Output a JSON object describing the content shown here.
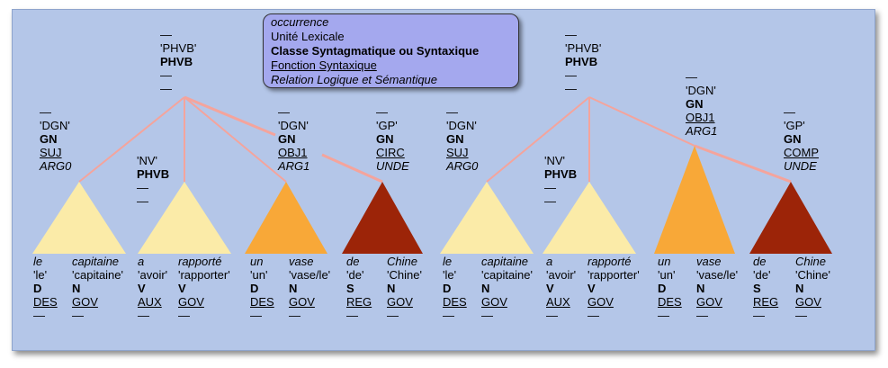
{
  "legend": {
    "occurrence": "occurrence",
    "lexical_unit": "Unité Lexicale",
    "syntagmatic_class": "Classe Syntagmatique ou Syntaxique",
    "syntactic_function": "Fonction Syntaxique",
    "logical_relation": "Relation Logique et Sémantique"
  },
  "colors": {
    "panel_bg": "#b4c6e8",
    "edge": "#f4a49c",
    "light_triangle": "#fbeba8",
    "orange_triangle": "#f8a838",
    "dark_red_triangle": "#9c2408",
    "legend_bg": "#a4a8ee"
  },
  "nodes": [
    {
      "id": "phvb1",
      "lines": [
        "—",
        "'PHVB'",
        "PHVB",
        "—",
        "—"
      ]
    },
    {
      "id": "dgn1",
      "lines": [
        "—",
        "'DGN'",
        "GN",
        "SUJ",
        "ARG0"
      ]
    },
    {
      "id": "nv1",
      "lines": [
        "'NV'",
        "PHVB",
        "—",
        "—"
      ]
    },
    {
      "id": "dgn2",
      "lines": [
        "—",
        "'DGN'",
        "GN",
        "OBJ1",
        "ARG1"
      ]
    },
    {
      "id": "gp1",
      "lines": [
        "—",
        "'GP'",
        "GN",
        "CIRC",
        "UNDE"
      ]
    },
    {
      "id": "dgn3",
      "lines": [
        "—",
        "'DGN'",
        "GN",
        "SUJ",
        "ARG0"
      ]
    },
    {
      "id": "phvb2",
      "lines": [
        "—",
        "'PHVB'",
        "PHVB",
        "—",
        "—"
      ]
    },
    {
      "id": "nv2",
      "lines": [
        "'NV'",
        "PHVB",
        "—",
        "—"
      ]
    },
    {
      "id": "dgn4",
      "lines": [
        "—",
        "'DGN'",
        "GN",
        "OBJ1",
        "ARG1"
      ]
    },
    {
      "id": "gp2",
      "lines": [
        "—",
        "'GP'",
        "GN",
        "COMP",
        "UNDE"
      ]
    }
  ],
  "leaves": [
    {
      "lines": [
        "le",
        "'le'",
        "D",
        "DES",
        "—"
      ]
    },
    {
      "lines": [
        "capitaine",
        "'capitaine'",
        "N",
        "GOV",
        "—"
      ]
    },
    {
      "lines": [
        "a",
        "'avoir'",
        "V",
        "AUX",
        "—"
      ]
    },
    {
      "lines": [
        "rapporté",
        "'rapporter'",
        "V",
        "GOV",
        "—"
      ]
    },
    {
      "lines": [
        "un",
        "'un'",
        "D",
        "DES",
        "—"
      ]
    },
    {
      "lines": [
        "vase",
        "'vase/le'",
        "N",
        "GOV",
        "—"
      ]
    },
    {
      "lines": [
        "de",
        "'de'",
        "S",
        "REG",
        "—"
      ]
    },
    {
      "lines": [
        "Chine",
        "'Chine'",
        "N",
        "GOV",
        "—"
      ]
    },
    {
      "lines": [
        "le",
        "'le'",
        "D",
        "DES",
        "—"
      ]
    },
    {
      "lines": [
        "capitaine",
        "'capitaine'",
        "N",
        "GOV",
        "—"
      ]
    },
    {
      "lines": [
        "a",
        "'avoir'",
        "V",
        "AUX",
        "—"
      ]
    },
    {
      "lines": [
        "rapporté",
        "'rapporter'",
        "V",
        "GOV",
        "—"
      ]
    },
    {
      "lines": [
        "un",
        "'un'",
        "D",
        "DES",
        "—"
      ]
    },
    {
      "lines": [
        "vase",
        "'vase/le'",
        "N",
        "GOV",
        "—"
      ]
    },
    {
      "lines": [
        "de",
        "'de'",
        "S",
        "REG",
        "—"
      ]
    },
    {
      "lines": [
        "Chine",
        "'Chine'",
        "N",
        "GOV",
        "—"
      ]
    }
  ]
}
